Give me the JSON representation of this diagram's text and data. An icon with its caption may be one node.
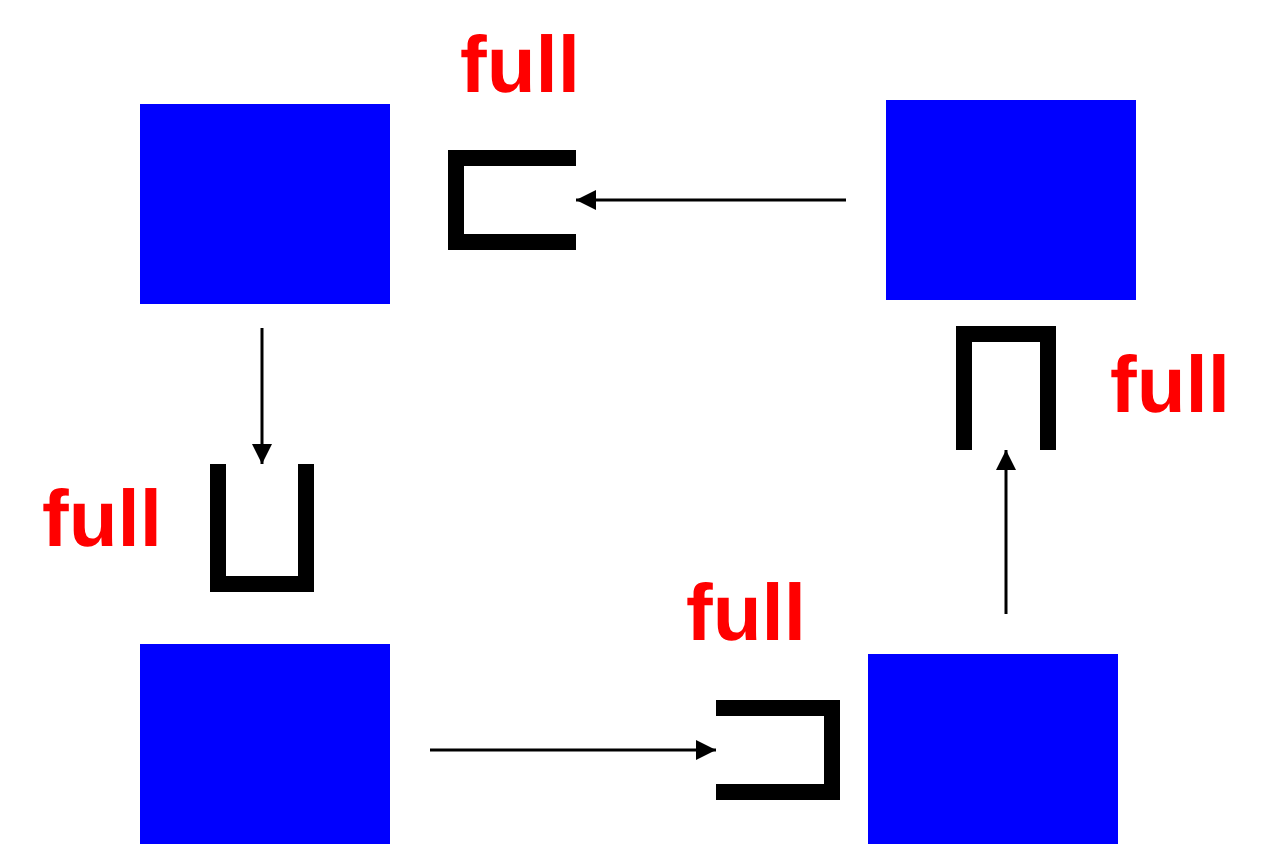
{
  "diagram": {
    "nodes": [
      {
        "text": [],
        "shape": "box"
      },
      {
        "text": [
          "full"
        ]
      },
      {
        "text": [],
        "shape": "box"
      },
      {
        "text": [
          "full"
        ]
      },
      {
        "text": [
          "full"
        ]
      },
      {
        "text": [],
        "shape": "box"
      },
      {
        "text": [
          "full"
        ]
      },
      {
        "text": [],
        "shape": "box"
      }
    ],
    "edges": [
      {
        "from": 2,
        "to": 1,
        "arrow": "to"
      },
      {
        "from": 7,
        "to": 3,
        "arrow": "to"
      },
      {
        "from": 0,
        "to": 4,
        "arrow": "to"
      },
      {
        "from": 5,
        "to": 6,
        "arrow": "to"
      }
    ]
  }
}
